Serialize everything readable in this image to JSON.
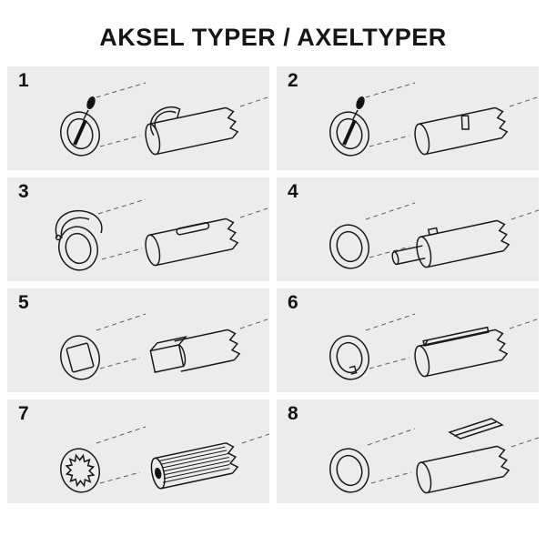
{
  "title": "AKSEL TYPER / AXELTYPER",
  "colors": {
    "cell_background": "#ececec",
    "line": "#1a1a1a",
    "background": "#ffffff"
  },
  "cells": [
    {
      "number": "1",
      "drawing": "ring-with-cross-pin-and-shaft-with-spring-tab"
    },
    {
      "number": "2",
      "drawing": "ring-with-cross-pin-and-shaft-with-pin-slot"
    },
    {
      "number": "3",
      "drawing": "ring-with-wire-clip-and-shaft-with-long-slot"
    },
    {
      "number": "4",
      "drawing": "tube-and-stepped-shaft-with-lug"
    },
    {
      "number": "5",
      "drawing": "square-bore-tube-and-square-end-shaft"
    },
    {
      "number": "6",
      "drawing": "keyed-bore-tube-and-keyway-shaft"
    },
    {
      "number": "7",
      "drawing": "splined-bore-tube-and-splined-shaft"
    },
    {
      "number": "8",
      "drawing": "plain-tube-and-shaft-with-wedge-key"
    }
  ]
}
